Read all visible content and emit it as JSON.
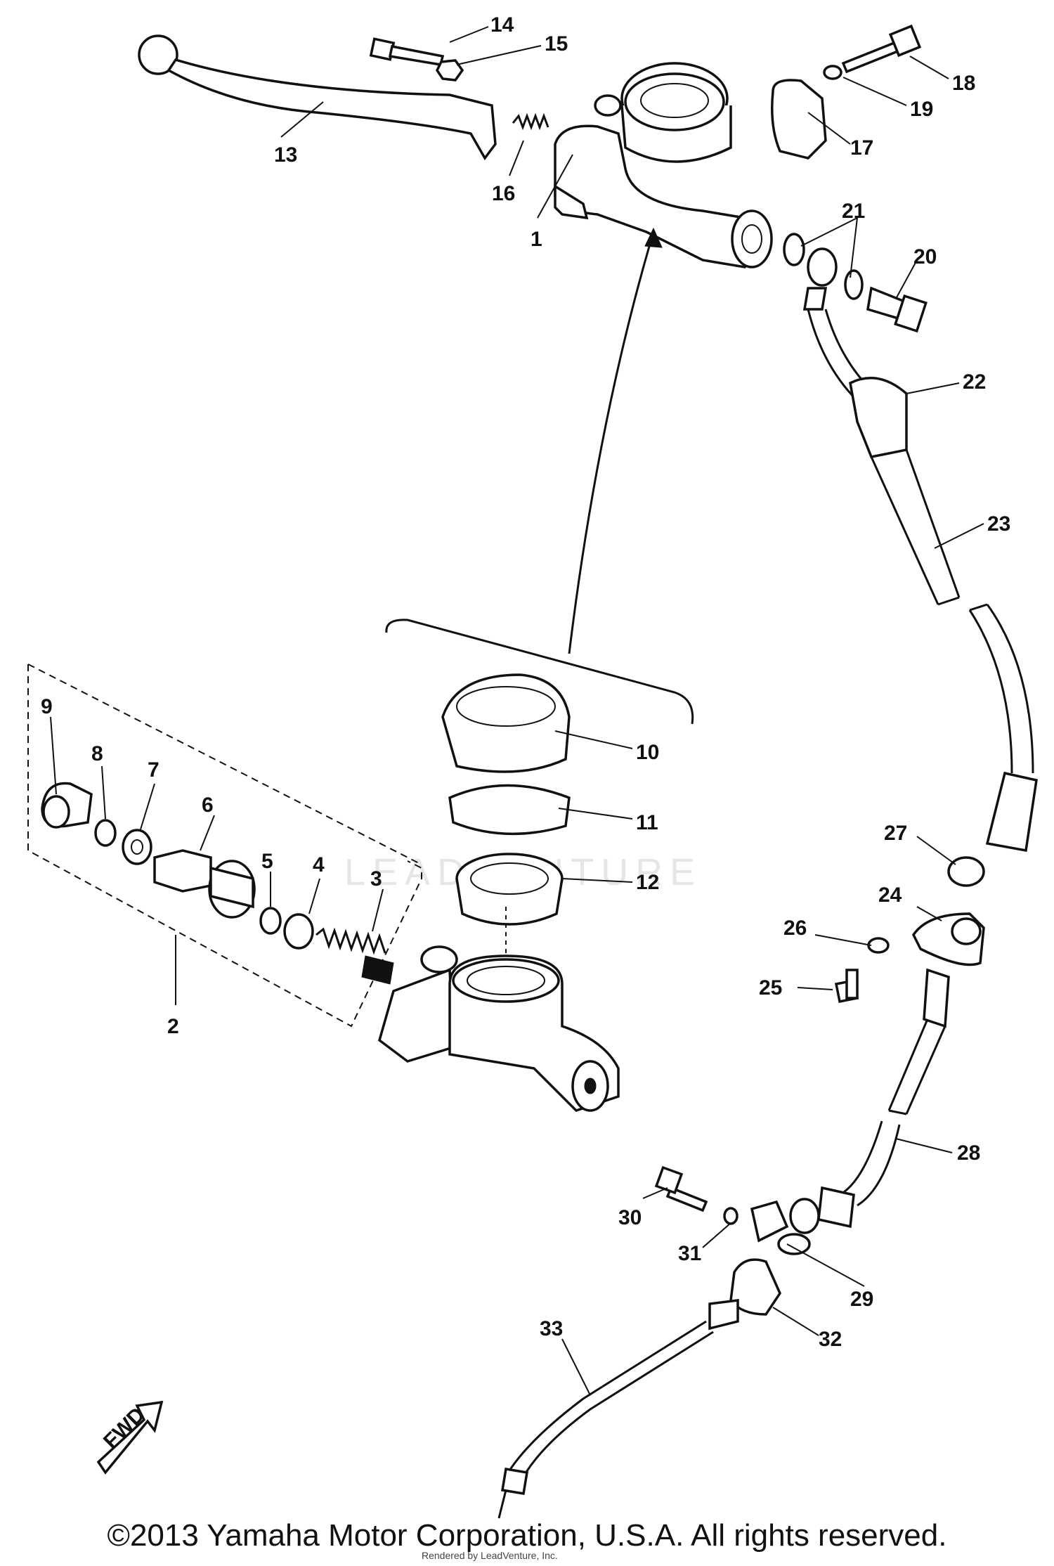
{
  "diagram": {
    "callouts": [
      "1",
      "2",
      "3",
      "4",
      "5",
      "6",
      "7",
      "8",
      "9",
      "10",
      "11",
      "12",
      "13",
      "14",
      "15",
      "16",
      "17",
      "18",
      "19",
      "20",
      "21",
      "22",
      "23",
      "24",
      "25",
      "26",
      "27",
      "28",
      "29",
      "30",
      "31",
      "32",
      "33"
    ],
    "fwd_marker": "FWD",
    "watermark": "LEADVENTURE",
    "footer_copyright": "©2013 Yamaha Motor Corporation, U.S.A. All rights reserved.",
    "footer_credit": "Rendered by LeadVenture, Inc."
  }
}
